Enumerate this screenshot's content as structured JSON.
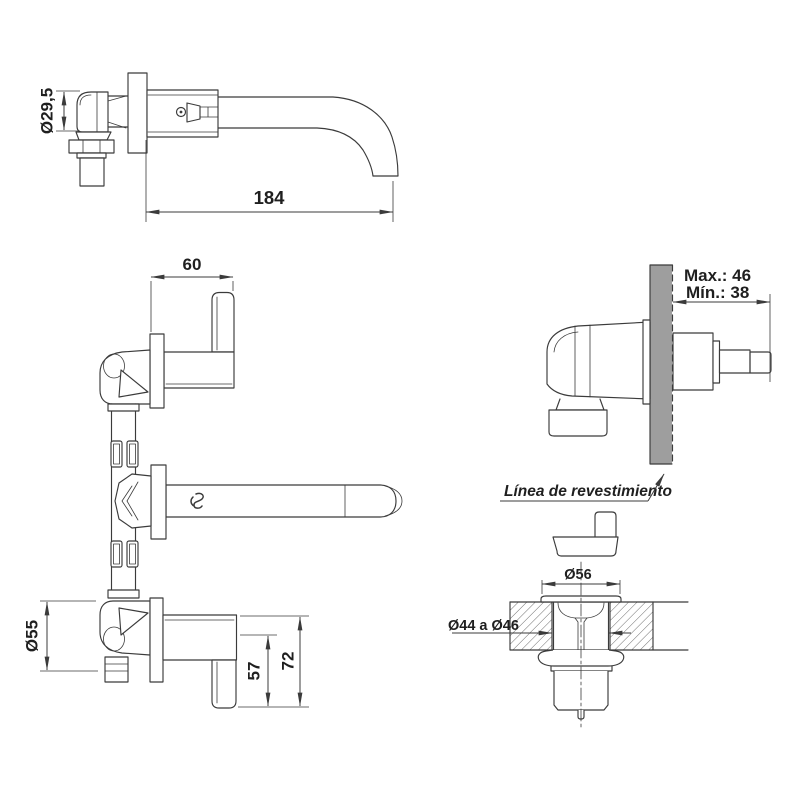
{
  "drawing_title": "Wall-mounted basin mixer technical drawing",
  "views": {
    "spout_side": {
      "diameter_label": "Ø29,5",
      "length_label": "184"
    },
    "front": {
      "handle_width_label": "60",
      "escutcheon_label": "Ø55",
      "spout_axis_label": "57",
      "total_label": "72"
    },
    "wall_section": {
      "max_label": "Max.: 46",
      "min_label": "Mín.: 38",
      "finish_line_label": "Línea de revestimiento"
    },
    "drain": {
      "flange_label": "Ø56",
      "hole_label": "Ø44 a Ø46"
    }
  },
  "colors": {
    "line": "#3b3b3b",
    "text": "#1f1f1f",
    "wall_fill": "#9e9e9e",
    "background": "#ffffff"
  }
}
